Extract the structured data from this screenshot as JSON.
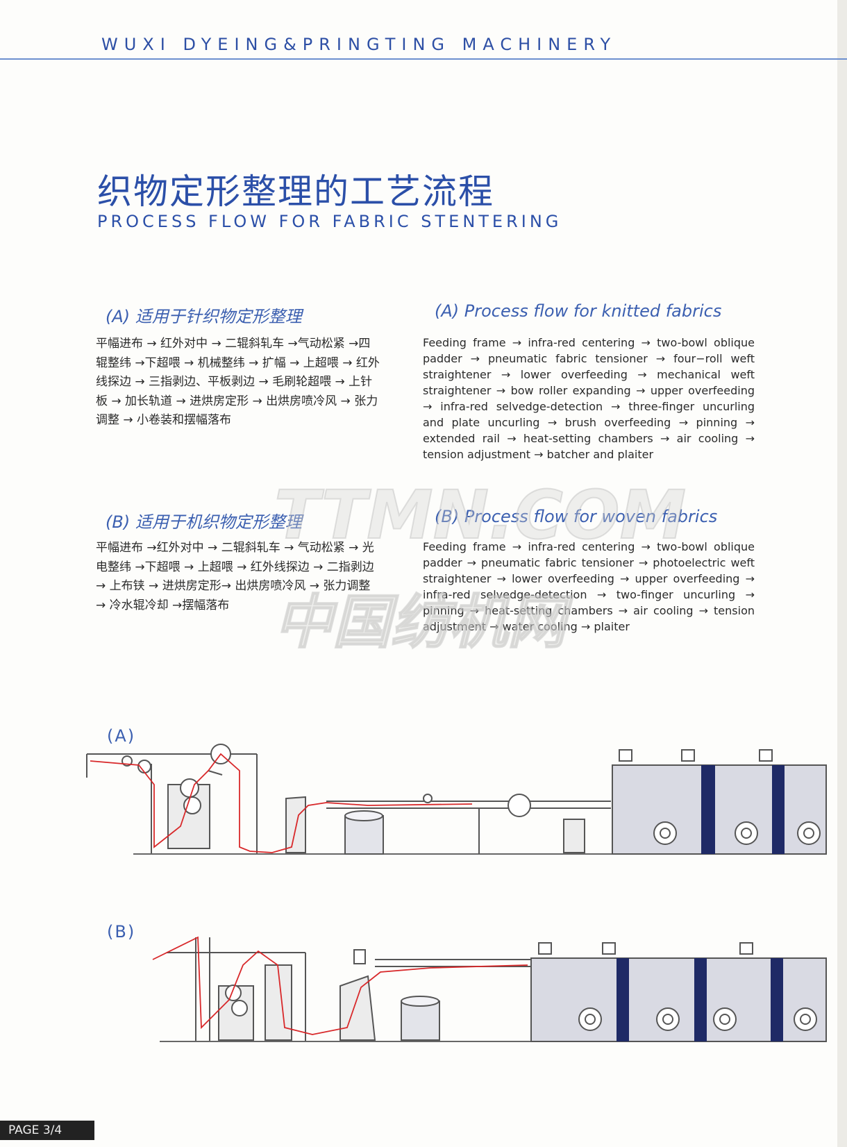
{
  "header": {
    "brand": "WUXI DYEING&PRINGTING MACHINERY"
  },
  "title": {
    "cn": "织物定形整理的工艺流程",
    "en": "PROCESS FLOW FOR FABRIC STENTERING"
  },
  "section_a": {
    "heading_cn": "(A)  适用于针织物定形整理",
    "heading_en": "(A) Process flow for knitted fabrics",
    "body_cn": "平幅进布 → 红外对中 → 二辊斜轧车 →气动松紧 →四辊整纬 →下超喂 → 机械整纬 → 扩幅 → 上超喂 → 红外线探边 → 三指剥边、平板剥边 → 毛刷轮超喂 → 上针板 → 加长轨道 → 进烘房定形 → 出烘房喷冷风 → 张力调整 → 小卷装和摆幅落布",
    "body_en": "Feeding frame → infra-red centering → two-bowl oblique padder → pneumatic fabric tensioner → four−roll weft straightener → lower overfeeding → mechanical weft straightener → bow roller expanding → upper overfeeding → infra-red selvedge-detection → three-finger uncurling and plate uncurling → brush overfeeding → pinning → extended rail → heat-setting chambers → air cooling → tension adjustment → batcher and plaiter"
  },
  "section_b": {
    "heading_cn": "(B)  适用于机织物定形整理",
    "heading_en": "(B) Process flow for woven fabrics",
    "body_cn": "平幅进布 →红外对中 → 二辊斜轧车 → 气动松紧 → 光电整纬 →下超喂 → 上超喂 → 红外线探边 → 二指剥边 → 上布铗 → 进烘房定形→ 出烘房喷冷风 → 张力调整 → 冷水辊冷却 →摆幅落布",
    "body_en": "Feeding frame → infra-red centering → two-bowl oblique padder → pneumatic fabric tensioner → photoelectric weft straightener → lower overfeeding → upper overfeeding → infra-red selvedge-detection → two-finger uncurling → pinning → heat-setting chambers → air cooling → tension adjustment → water cooling → plaiter"
  },
  "diagrams": {
    "label_a": "(A)",
    "label_b": "(B)"
  },
  "watermark": {
    "line1": "TTMN.COM",
    "line2": "中国纺机网"
  },
  "footer": {
    "page": "PAGE 3/4"
  },
  "colors": {
    "accent": "#2b4fa8",
    "fabric_path": "#d8282a",
    "chamber_panel": "#d9dae3",
    "chamber_divider": "#1f2a66"
  }
}
